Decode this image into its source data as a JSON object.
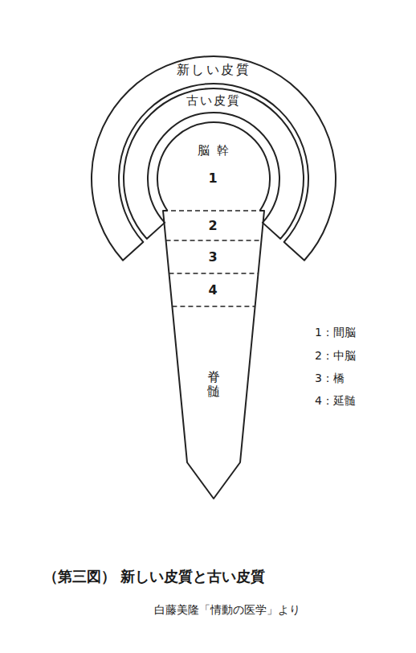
{
  "diagram": {
    "caption": "（第三図） 新しい皮質と古い皮質",
    "nodes": [
      {
        "text": [
          "新しい皮質"
        ]
      },
      {
        "text": [
          "古い皮質"
        ]
      },
      {
        "text": [
          "脳幹"
        ]
      },
      {
        "text": [
          "脊髄"
        ]
      }
    ],
    "labels": [
      "1",
      "2",
      "3",
      "4",
      "1：間脳",
      "2：中脳",
      "3：橋",
      "4：延髄",
      "白藤美隆「情動の医学」より"
    ]
  }
}
